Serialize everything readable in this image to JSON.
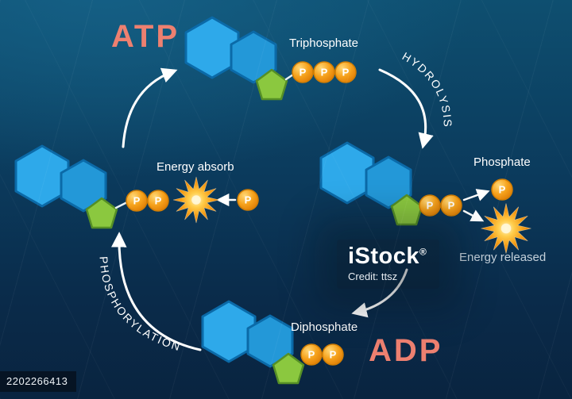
{
  "diagram": {
    "atp": "ATP",
    "adp": "ADP",
    "triphosphate": "Triphosphate",
    "diphosphate": "Diphosphate",
    "phosphate": "Phosphate",
    "energy_absorb": "Energy absorb",
    "energy_released": "Energy released",
    "hydrolysis": "HYDROLYSIS",
    "phosphorylation": "PHOSPHORYLATION",
    "p_label": "P",
    "colors": {
      "background_top": "#0f5578",
      "background_bottom": "#092440",
      "molecule_blue": "#2ea9ea",
      "ribose_green": "#8bc83f",
      "phosphate_orange": "#f6a21c",
      "title_salmon": "#ed8070",
      "arrow_white": "#ffffff"
    }
  },
  "watermark": {
    "brand": "iStock",
    "registered": "®",
    "credit": "Credit: ttsz",
    "image_id": "2202266413"
  }
}
